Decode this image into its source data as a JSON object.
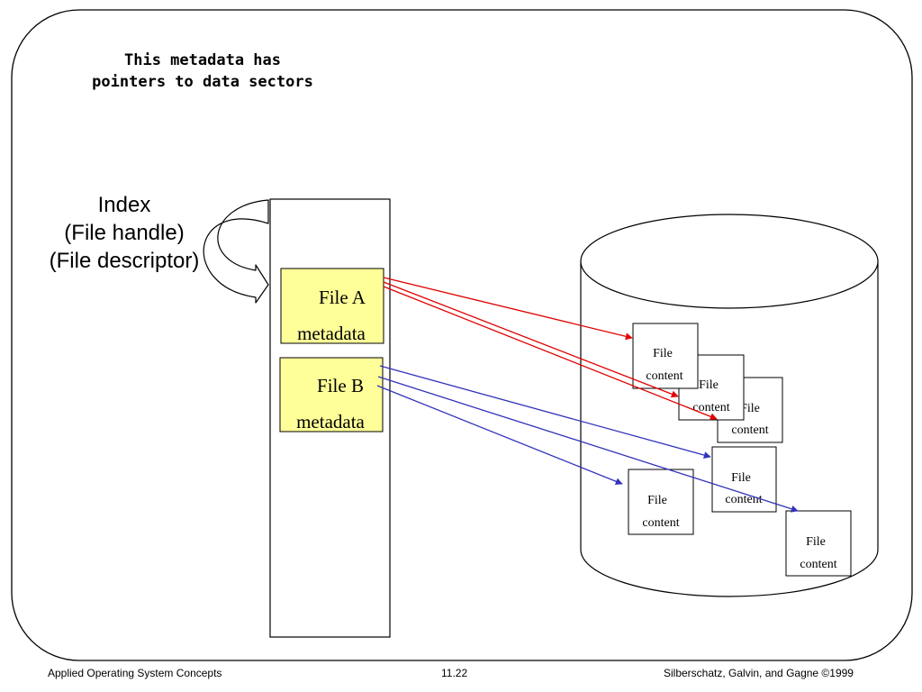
{
  "annotation": {
    "line1": "This metadata has",
    "line2": "pointers to data sectors"
  },
  "index_label": {
    "line1": "Index",
    "line2": "(File handle)",
    "line3": "(File descriptor)"
  },
  "metadata_blocks": {
    "file_a": {
      "line1": "File A",
      "line2": "metadata"
    },
    "file_b": {
      "line1": "File B",
      "line2": "metadata"
    }
  },
  "file_content_boxes": [
    {
      "line1": "File",
      "line2": "content"
    },
    {
      "line1": "File",
      "line2": "content"
    },
    {
      "line1": "File",
      "line2": "content"
    },
    {
      "line1": "File",
      "line2": "content"
    },
    {
      "line1": "File",
      "line2": "content"
    },
    {
      "line1": "File",
      "line2": "content"
    }
  ],
  "colors": {
    "metadata_fill": "#ffff99",
    "file_a_pointer": "#e00000",
    "file_b_pointer": "#3333bb"
  },
  "footer": {
    "left": "Applied Operating System Concepts",
    "center": "11.22",
    "right": "Silberschatz, Galvin, and Gagne ©1999"
  }
}
